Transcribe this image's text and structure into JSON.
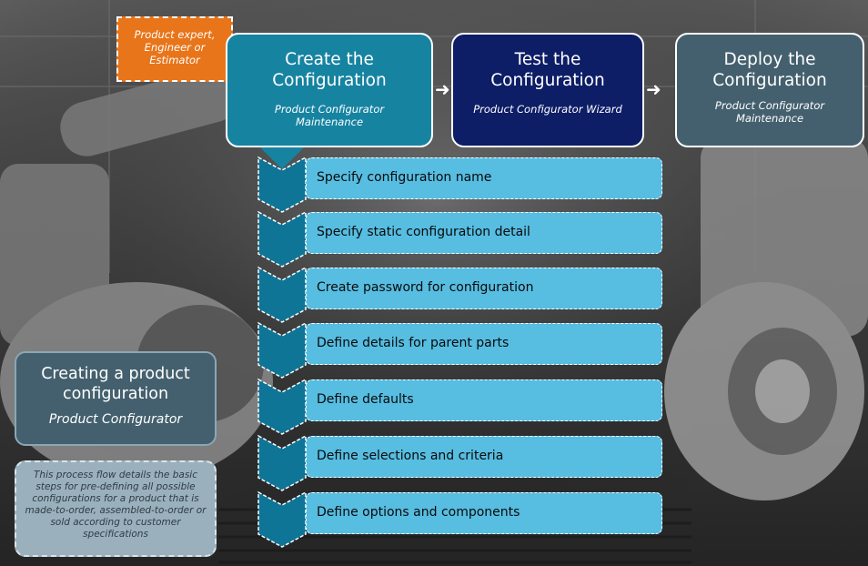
{
  "role_callout": {
    "text": "Product expert, Engineer or Estimator"
  },
  "phases": [
    {
      "title_line1": "Create the",
      "title_line2": "Configuration",
      "subtitle_line1": "Product Configurator",
      "subtitle_line2": "Maintenance"
    },
    {
      "title_line1": "Test the",
      "title_line2": "Configuration",
      "subtitle_line1": "Product Configurator Wizard",
      "subtitle_line2": ""
    },
    {
      "title_line1": "Deploy the",
      "title_line2": "Configuration",
      "subtitle_line1": "Product Configurator",
      "subtitle_line2": "Maintenance"
    }
  ],
  "steps": [
    "Specify configuration name",
    "Specify static configuration detail",
    "Create password for configuration",
    "Define details for parent parts",
    "Define defaults",
    "Define selections and criteria",
    "Define options and components"
  ],
  "summary": {
    "title_line1": "Creating a product",
    "title_line2": "configuration",
    "subtitle": "Product Configurator"
  },
  "description": "This process flow details the basic steps for pre-defining all possible configurations for a product that is made-to-order, assembled-to-order or sold according to customer specifications",
  "colors": {
    "create": "#1683a1",
    "test": "#0d1d66",
    "deploy": "#44606e",
    "step": "#57bde1",
    "role": "#e8751a",
    "chevron": "#0f7597"
  }
}
